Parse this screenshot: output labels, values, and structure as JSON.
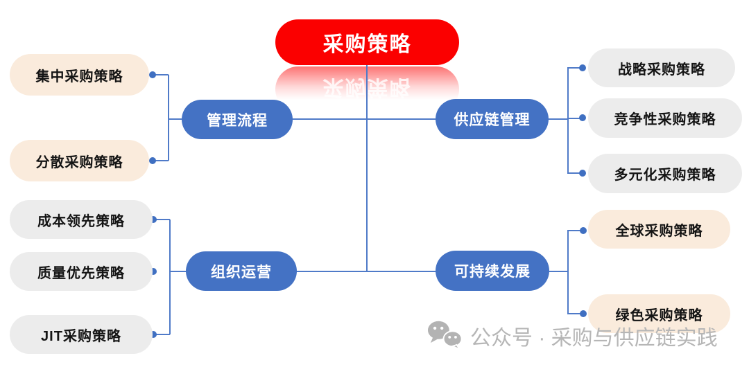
{
  "root": {
    "label": "采购策略"
  },
  "branches": [
    {
      "label": "管理流程",
      "leaves": [
        {
          "label": "集中采购策略"
        },
        {
          "label": "分散采购策略"
        }
      ]
    },
    {
      "label": "供应链管理",
      "leaves": [
        {
          "label": "战略采购策略"
        },
        {
          "label": "竞争性采购策略"
        },
        {
          "label": "多元化采购策略"
        }
      ]
    },
    {
      "label": "组织运营",
      "leaves": [
        {
          "label": "成本领先策略"
        },
        {
          "label": "质量优先策略"
        },
        {
          "label": "JIT采购策略"
        }
      ]
    },
    {
      "label": "可持续发展",
      "leaves": [
        {
          "label": "全球采购策略"
        },
        {
          "label": "绿色采购策略"
        }
      ]
    }
  ],
  "watermark": {
    "icon": "wechat-icon",
    "text": "公众号 · 采购与供应链实践"
  },
  "colors": {
    "root_red": "#fb0000",
    "branch_blue": "#4472c4",
    "connector_blue": "#4f7ac8",
    "leaf_peach": "#faebdc",
    "leaf_gray": "#ececec",
    "leaf_text": "#141414",
    "watermark_gray": "#b6b6b6"
  }
}
